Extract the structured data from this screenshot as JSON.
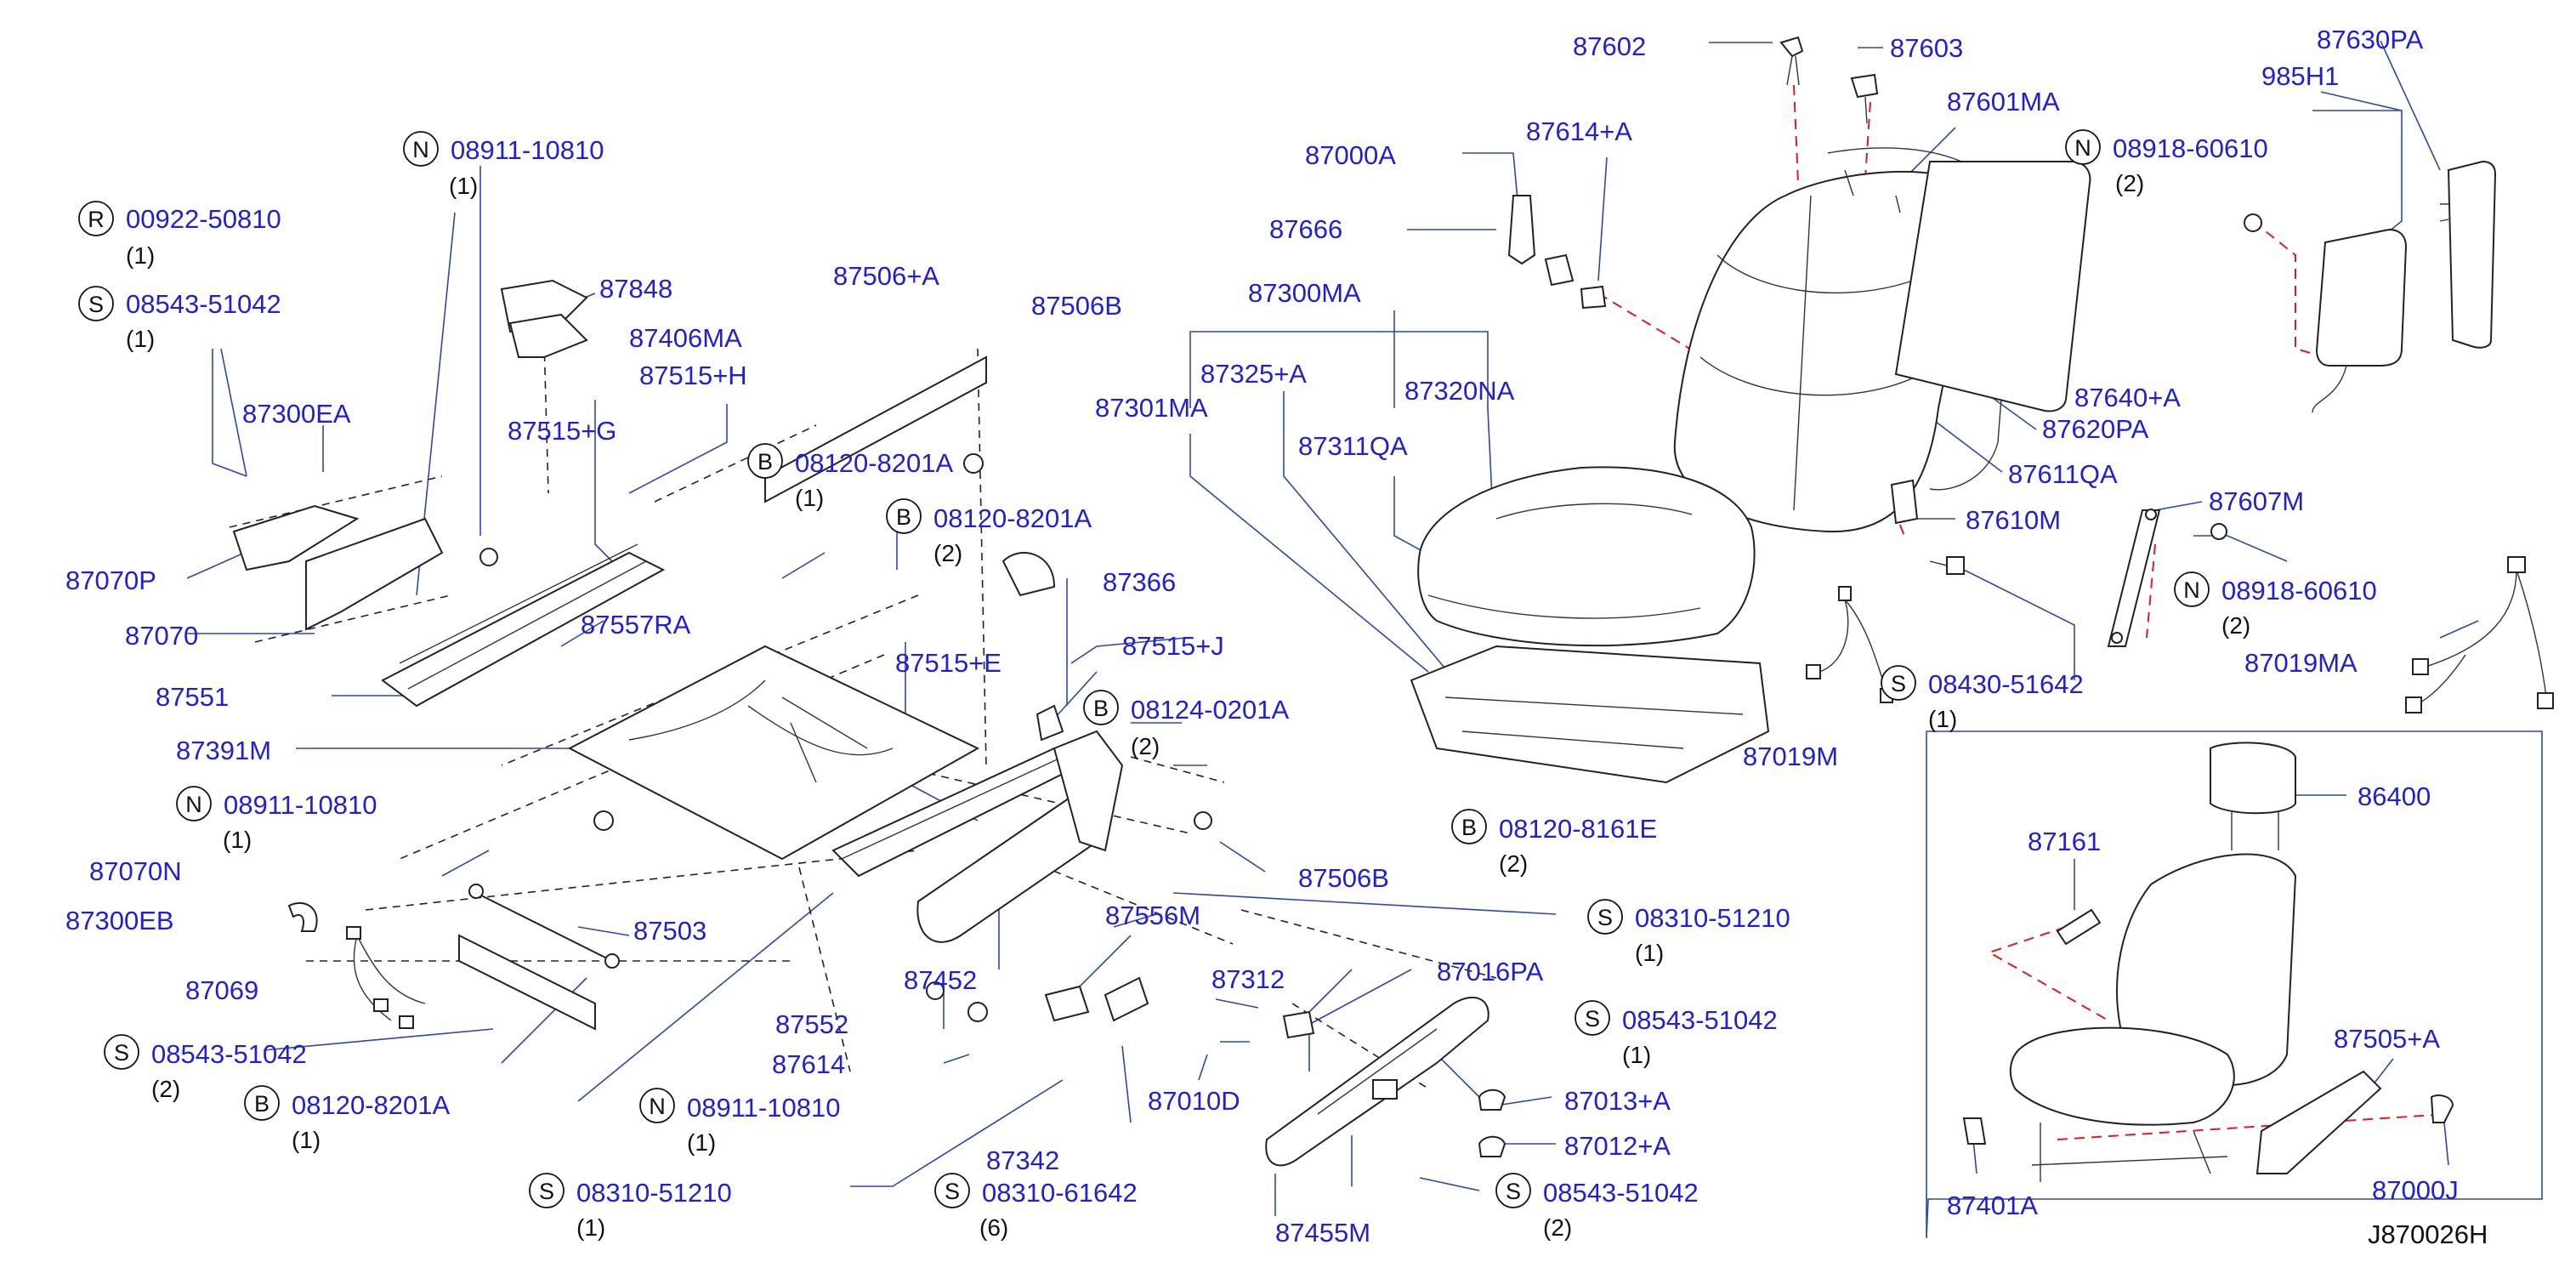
{
  "reference_code": "J870026H",
  "parts": [
    {
      "id": "p87602",
      "num": "87602"
    },
    {
      "id": "p87603",
      "num": "87603"
    },
    {
      "id": "p87630PA",
      "num": "87630PA"
    },
    {
      "id": "p985H1",
      "num": "985H1"
    },
    {
      "id": "p87601MA",
      "num": "87601MA"
    },
    {
      "id": "p87000A",
      "num": "87000A"
    },
    {
      "id": "p87614A",
      "num": "87614+A"
    },
    {
      "id": "p87666",
      "num": "87666"
    },
    {
      "id": "p87300MA",
      "num": "87300MA"
    },
    {
      "id": "p87325A",
      "num": "87325+A"
    },
    {
      "id": "p87320NA",
      "num": "87320NA"
    },
    {
      "id": "p87301MA",
      "num": "87301MA"
    },
    {
      "id": "p87311QA",
      "num": "87311QA"
    },
    {
      "id": "p87640A",
      "num": "87640+A"
    },
    {
      "id": "p87620PA",
      "num": "87620PA"
    },
    {
      "id": "p87611QA",
      "num": "87611QA"
    },
    {
      "id": "p87610M",
      "num": "87610M"
    },
    {
      "id": "p87607M",
      "num": "87607M"
    },
    {
      "id": "p87019MA",
      "num": "87019MA"
    },
    {
      "id": "p87019M",
      "num": "87019M"
    },
    {
      "id": "p86400",
      "num": "86400"
    },
    {
      "id": "p87161",
      "num": "87161"
    },
    {
      "id": "p87505A",
      "num": "87505+A"
    },
    {
      "id": "p87401A",
      "num": "87401A"
    },
    {
      "id": "p87000J",
      "num": "87000J"
    },
    {
      "id": "p87848",
      "num": "87848"
    },
    {
      "id": "p87406MA",
      "num": "87406MA"
    },
    {
      "id": "p87515H",
      "num": "87515+H"
    },
    {
      "id": "p87515G",
      "num": "87515+G"
    },
    {
      "id": "p87300EA",
      "num": "87300EA"
    },
    {
      "id": "p87070P",
      "num": "87070P"
    },
    {
      "id": "p87070",
      "num": "87070"
    },
    {
      "id": "p87557RA",
      "num": "87557RA"
    },
    {
      "id": "p87551",
      "num": "87551"
    },
    {
      "id": "p87391M",
      "num": "87391M"
    },
    {
      "id": "p87506A",
      "num": "87506+A"
    },
    {
      "id": "p87506B_top",
      "num": "87506B"
    },
    {
      "id": "p87366",
      "num": "87366"
    },
    {
      "id": "p87515E",
      "num": "87515+E"
    },
    {
      "id": "p87515J",
      "num": "87515+J"
    },
    {
      "id": "p87506B_bot",
      "num": "87506B"
    },
    {
      "id": "p87070N",
      "num": "87070N"
    },
    {
      "id": "p87300EB",
      "num": "87300EB"
    },
    {
      "id": "p87503",
      "num": "87503"
    },
    {
      "id": "p87069",
      "num": "87069"
    },
    {
      "id": "p87552",
      "num": "87552"
    },
    {
      "id": "p87614",
      "num": "87614"
    },
    {
      "id": "p87452",
      "num": "87452"
    },
    {
      "id": "p87556M",
      "num": "87556M"
    },
    {
      "id": "p87312",
      "num": "87312"
    },
    {
      "id": "p87016PA",
      "num": "87016PA"
    },
    {
      "id": "p87010D",
      "num": "87010D"
    },
    {
      "id": "p87342",
      "num": "87342"
    },
    {
      "id": "p87013A",
      "num": "87013+A"
    },
    {
      "id": "p87012A",
      "num": "87012+A"
    },
    {
      "id": "p87455M",
      "num": "87455M"
    }
  ],
  "fasteners": [
    {
      "id": "f1",
      "code": "N",
      "num": "08911-10810",
      "qty": "(1)"
    },
    {
      "id": "f2",
      "code": "R",
      "num": "00922-50810",
      "qty": "(1)"
    },
    {
      "id": "f3",
      "code": "S",
      "num": "08543-51042",
      "qty": "(1)"
    },
    {
      "id": "f4",
      "code": "N",
      "num": "08918-60610",
      "qty": "(2)"
    },
    {
      "id": "f5",
      "code": "B",
      "num": "08120-8201A",
      "qty": "(1)"
    },
    {
      "id": "f6",
      "code": "B",
      "num": "08120-8201A",
      "qty": "(2)"
    },
    {
      "id": "f7",
      "code": "B",
      "num": "08124-0201A",
      "qty": "(2)"
    },
    {
      "id": "f8",
      "code": "N",
      "num": "08911-10810",
      "qty": "(1)"
    },
    {
      "id": "f9",
      "code": "B",
      "num": "08120-8161E",
      "qty": "(2)"
    },
    {
      "id": "f10",
      "code": "N",
      "num": "08918-60610",
      "qty": "(2)"
    },
    {
      "id": "f11",
      "code": "S",
      "num": "08430-51642",
      "qty": "(1)"
    },
    {
      "id": "f12",
      "code": "S",
      "num": "08310-51210",
      "qty": "(1)"
    },
    {
      "id": "f13",
      "code": "S",
      "num": "08543-51042",
      "qty": "(1)"
    },
    {
      "id": "f14",
      "code": "S",
      "num": "08543-51042",
      "qty": "(2)"
    },
    {
      "id": "f15",
      "code": "B",
      "num": "08120-8201A",
      "qty": "(1)"
    },
    {
      "id": "f16",
      "code": "N",
      "num": "08911-10810",
      "qty": "(1)"
    },
    {
      "id": "f17",
      "code": "S",
      "num": "08310-51210",
      "qty": "(1)"
    },
    {
      "id": "f18",
      "code": "S",
      "num": "08310-61642",
      "qty": "(6)"
    },
    {
      "id": "f19",
      "code": "S",
      "num": "08543-51042",
      "qty": "(2)"
    }
  ]
}
